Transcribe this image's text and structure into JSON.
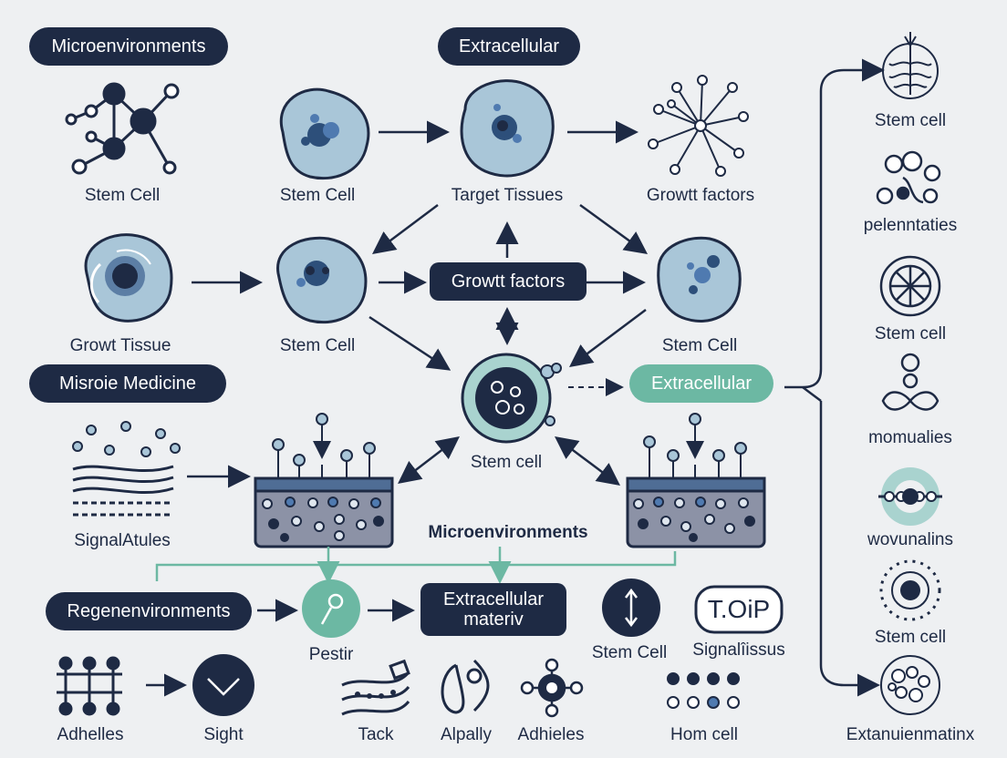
{
  "colors": {
    "navy": "#1e2a44",
    "teal": "#6cb8a3",
    "cell": "#a9c6d8",
    "cell_dark": "#2d4f7a",
    "background": "#eef0f2",
    "tissue": "#8c92a6",
    "membrane": "#4f6d95"
  },
  "pills": {
    "microenvironments": "Microenvironments",
    "extracellular_top": "Extracellular",
    "growth_factors": "Growtt factors",
    "misroie_medicine": "Misroie Medicine",
    "extracellular_teal": "Extracellular",
    "regenenvironments": "Regenenvironments",
    "extracellular_materiv": "Extracellular\nmateriv"
  },
  "labels": {
    "stem_cell_1": "Stem Cell",
    "stem_cell_2": "Stem Cell",
    "target_tissues": "Target Tissues",
    "growth_factors_top": "Growtt factors",
    "growt_tissue": "Growt Tissue",
    "stem_cell_3": "Stem Cell",
    "stem_cell_4": "Stem Cell",
    "stem_cell_center": "Stem cell",
    "signalatules": "SignalAtules",
    "microenvironments_bold": "Microenvironments",
    "pestir": "Pestir",
    "stem_cell_5": "Stem Cell",
    "signalissus": "Signalîissus",
    "top_icon_text": "T.OiP",
    "adhelles": "Adhelles",
    "sight": "Sight",
    "tack": "Tack",
    "alpally": "Alpally",
    "adhieles": "Adhieles",
    "hom_cell": "Hom cell"
  },
  "sidebar": {
    "items": [
      {
        "label": "Stem cell",
        "icon": "dna-tree-icon"
      },
      {
        "label": "pelenntaties",
        "icon": "bubbles-icon"
      },
      {
        "label": "Stem cell",
        "icon": "radial-web-icon"
      },
      {
        "label": "momualies",
        "icon": "infinity-loop-icon"
      },
      {
        "label": "wovunalins",
        "icon": "membrane-icon"
      },
      {
        "label": "Stem cell",
        "icon": "target-cell-icon"
      },
      {
        "label": "Extanuienmatinx",
        "icon": "cluster-cell-icon"
      }
    ]
  }
}
